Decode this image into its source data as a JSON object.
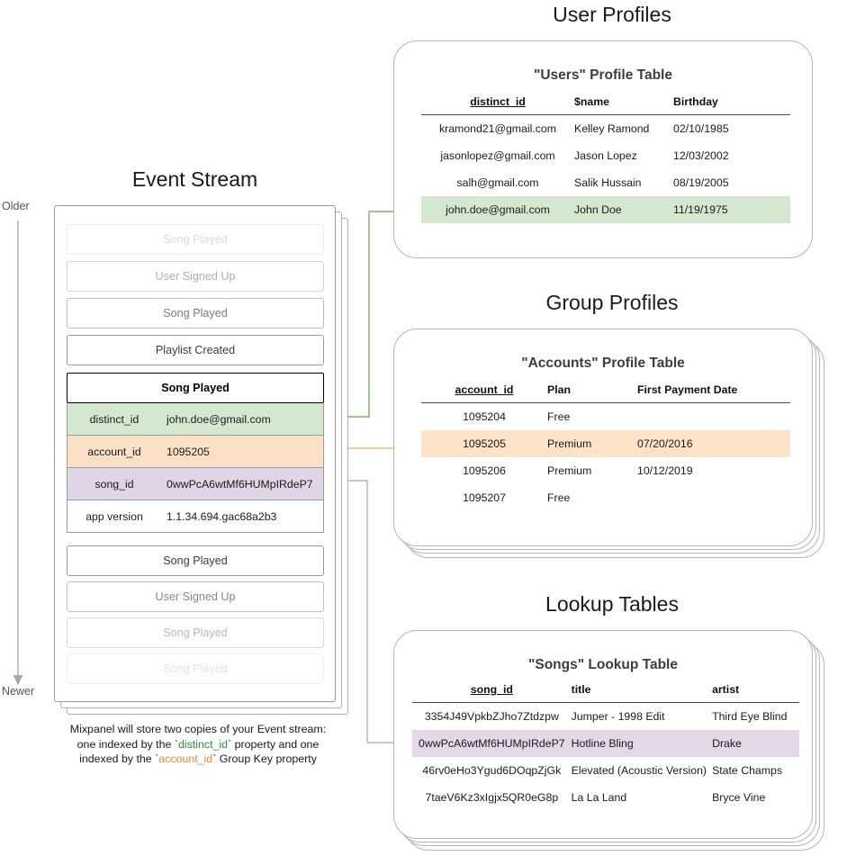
{
  "sections": {
    "event_stream": {
      "title": "Event Stream",
      "older_label": "Older",
      "newer_label": "Newer"
    },
    "user_profiles": {
      "title": "User Profiles"
    },
    "group_profiles": {
      "title": "Group Profiles"
    },
    "lookup_tables": {
      "title": "Lookup Tables"
    }
  },
  "event_stream": {
    "events_above": [
      {
        "label": "Song Played",
        "opacity": 0.18
      },
      {
        "label": "User Signed Up",
        "opacity": 0.42
      },
      {
        "label": "Song Played",
        "opacity": 0.68
      },
      {
        "label": "Playlist Created",
        "opacity": 1.0
      }
    ],
    "selected_event": {
      "label": "Song Played"
    },
    "properties": [
      {
        "key": "distinct_id",
        "value": "john.doe@gmail.com",
        "highlight": "green"
      },
      {
        "key": "account_id",
        "value": "1095205",
        "highlight": "orange"
      },
      {
        "key": "song_id",
        "value": "0wwPcA6wtMf6HUMpIRdeP7",
        "highlight": "purple"
      },
      {
        "key": "app version",
        "value": "1.1.34.694.gac68a2b3",
        "highlight": "none"
      }
    ],
    "events_below": [
      {
        "label": "Song Played",
        "opacity": 1.0
      },
      {
        "label": "User Signed Up",
        "opacity": 0.62
      },
      {
        "label": "Song Played",
        "opacity": 0.36
      },
      {
        "label": "Song Played",
        "opacity": 0.14
      }
    ]
  },
  "caption": {
    "line1": "Mixpanel will store two copies of your Event stream:",
    "line2_a": "one indexed by the `",
    "line2_token": "distinct_id",
    "line2_b": "` property and one",
    "line3_a": "indexed by the `",
    "line3_token": "account_id",
    "line3_b": "` Group Key property"
  },
  "users_table": {
    "title": "\"Users\" Profile Table",
    "columns": [
      "distinct_id",
      "$name",
      "Birthday"
    ],
    "rows": [
      {
        "distinct_id": "kramond21@gmail.com",
        "name": "Kelley Ramond",
        "birthday": "02/10/1985",
        "highlight": false
      },
      {
        "distinct_id": "jasonlopez@gmail.com",
        "name": "Jason Lopez",
        "birthday": "12/03/2002",
        "highlight": false
      },
      {
        "distinct_id": "salh@gmail.com",
        "name": "Salik Hussain",
        "birthday": "08/19/2005",
        "highlight": false
      },
      {
        "distinct_id": "john.doe@gmail.com",
        "name": "John Doe",
        "birthday": "11/19/1975",
        "highlight": true
      }
    ]
  },
  "accounts_table": {
    "title": "\"Accounts\" Profile Table",
    "columns": [
      "account_id",
      "Plan",
      "First Payment Date"
    ],
    "rows": [
      {
        "account_id": "1095204",
        "plan": "Free",
        "first_payment_date": "",
        "highlight": false
      },
      {
        "account_id": "1095205",
        "plan": "Premium",
        "first_payment_date": "07/20/2016",
        "highlight": true
      },
      {
        "account_id": "1095206",
        "plan": "Premium",
        "first_payment_date": "10/12/2019",
        "highlight": false
      },
      {
        "account_id": "1095207",
        "plan": "Free",
        "first_payment_date": "",
        "highlight": false
      }
    ]
  },
  "songs_table": {
    "title": "\"Songs\" Lookup Table",
    "columns": [
      "song_id",
      "title",
      "artist"
    ],
    "rows": [
      {
        "song_id": "3354J49VpkbZJho7Ztdzpw",
        "title": "Jumper - 1998 Edit",
        "artist": "Third Eye Blind",
        "highlight": false
      },
      {
        "song_id": "0wwPcA6wtMf6HUMpIRdeP7",
        "title": "Hotline Bling",
        "artist": "Drake",
        "highlight": true
      },
      {
        "song_id": "46rv0eHo3Ygud6DOqpZjGk",
        "title": "Elevated (Acoustic Version)",
        "artist": "State Champs",
        "highlight": false
      },
      {
        "song_id": "7taeV6Kz3xIgjx5QR0eG8p",
        "title": "La La Land",
        "artist": "Bryce Vine",
        "highlight": false
      }
    ]
  },
  "colors": {
    "green_highlight": "#d4e8d0",
    "orange_highlight": "#fbe0c6",
    "purple_highlight": "#e0d5e6",
    "green_arrow": "#6aa84f",
    "orange_arrow": "#e8a33d",
    "purple_arrow": "#b49cc4",
    "timeline": "#9e9e9e",
    "card_border": "#b5b5b5"
  }
}
